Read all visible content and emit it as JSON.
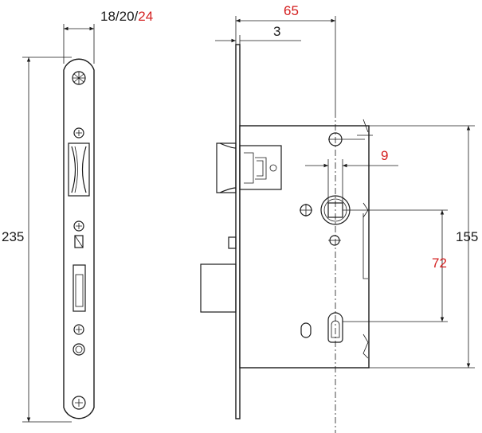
{
  "dimensions": {
    "faceplate_width_prefix": "18/20/",
    "faceplate_width_highlight": "24",
    "backset": "65",
    "faceplate_thickness": "3",
    "spindle": "9",
    "height": "235",
    "total_depth": "155",
    "center_distance": "72"
  },
  "colors": {
    "line": "#1a1a1a",
    "highlight": "#d42020",
    "background": "#ffffff"
  }
}
